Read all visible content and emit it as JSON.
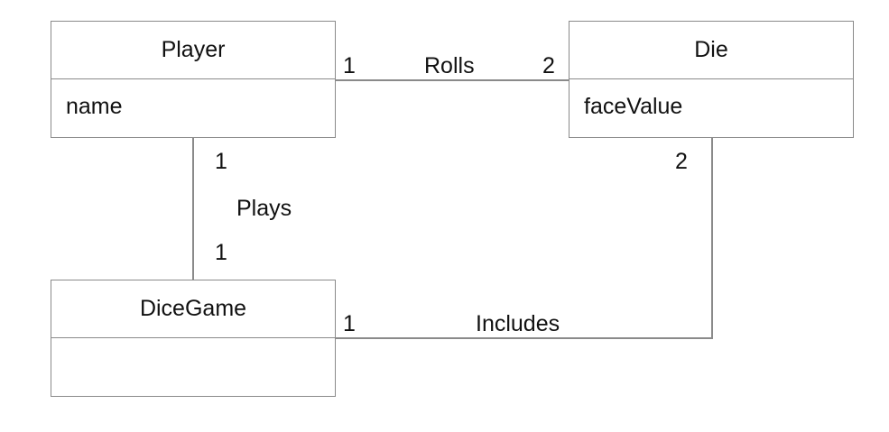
{
  "classes": {
    "player": {
      "name": "Player",
      "attributes": [
        "name"
      ]
    },
    "die": {
      "name": "Die",
      "attributes": [
        "faceValue"
      ]
    },
    "dice_game": {
      "name": "DiceGame",
      "attributes": []
    }
  },
  "associations": {
    "rolls": {
      "label": "Rolls",
      "source_multiplicity": "1",
      "target_multiplicity": "2"
    },
    "plays": {
      "label": "Plays",
      "source_multiplicity": "1",
      "target_multiplicity": "1"
    },
    "includes": {
      "label": "Includes",
      "source_multiplicity": "1",
      "target_multiplicity": "2"
    }
  }
}
